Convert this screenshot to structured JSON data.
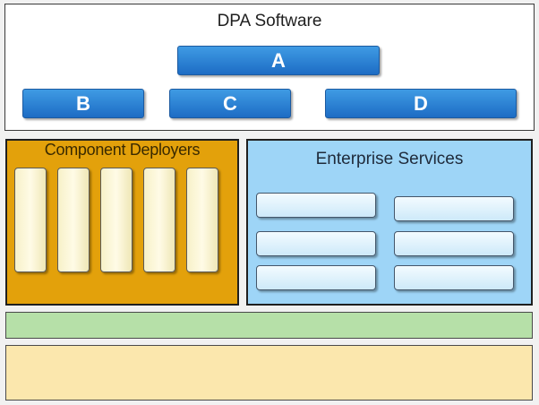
{
  "dpa_software": {
    "title": "DPA Software",
    "boxes": {
      "a": "A",
      "b": "B",
      "c": "C",
      "d": "D"
    }
  },
  "component_deployers": {
    "title": "Component Deployers",
    "slot_count": 5
  },
  "enterprise_services": {
    "title": "Enterprise Services",
    "slot_count": 6
  },
  "colors": {
    "blue_box": "#1d6cc4",
    "deployers_bg": "#e3a10b",
    "enterprise_bg": "#9ed5f7",
    "green_layer": "#b6e0a8",
    "yellow_layer": "#fbe7ad"
  }
}
